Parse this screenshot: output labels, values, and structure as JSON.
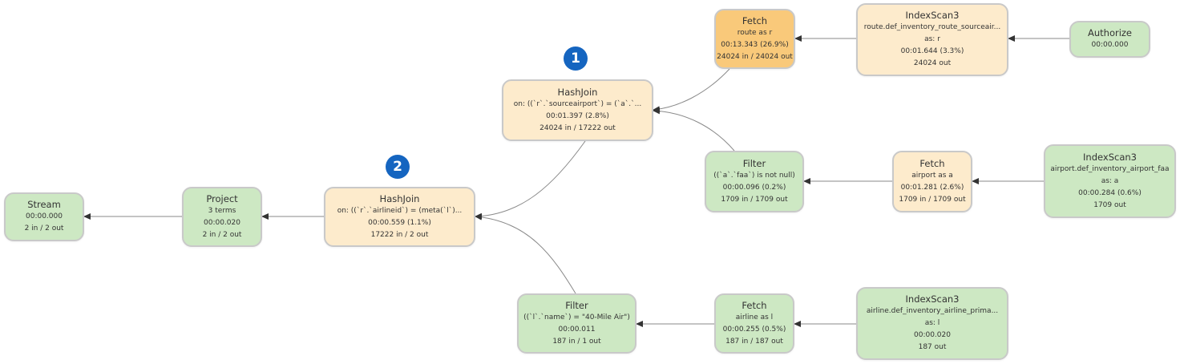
{
  "colors": {
    "green": "#cde8c3",
    "cream": "#fdebcc",
    "orange": "#f9c97a",
    "badge": "#1565c0",
    "edge": "#8a8a8a"
  },
  "nodes": {
    "stream": {
      "title": "Stream",
      "lines": [
        "00:00.000",
        "2 in / 2 out"
      ]
    },
    "project": {
      "title": "Project",
      "lines": [
        "3 terms",
        "00:00.020",
        "2 in / 2 out"
      ]
    },
    "hashjoin2": {
      "title": "HashJoin",
      "lines": [
        "on: ((`r`.`airlineid`) = (meta(`l`)...",
        "00:00.559 (1.1%)",
        "17222 in / 2 out"
      ]
    },
    "hashjoin1": {
      "title": "HashJoin",
      "lines": [
        "on: ((`r`.`sourceairport`) = (`a`.`...",
        "00:01.397 (2.8%)",
        "24024 in / 17222 out"
      ]
    },
    "fetch_route": {
      "title": "Fetch",
      "lines": [
        "route as r",
        "00:13.343 (26.9%)",
        "24024 in / 24024 out"
      ]
    },
    "indexscan_route": {
      "title": "IndexScan3",
      "lines": [
        "route.def_inventory_route_sourceair...",
        "as: r",
        "00:01.644 (3.3%)",
        "24024 out"
      ]
    },
    "authorize": {
      "title": "Authorize",
      "lines": [
        "00:00.000"
      ]
    },
    "filter_airport": {
      "title": "Filter",
      "lines": [
        "((`a`.`faa`) is not null)",
        "00:00.096 (0.2%)",
        "1709 in / 1709 out"
      ]
    },
    "fetch_airport": {
      "title": "Fetch",
      "lines": [
        "airport as a",
        "00:01.281 (2.6%)",
        "1709 in / 1709 out"
      ]
    },
    "indexscan_airport": {
      "title": "IndexScan3",
      "lines": [
        "airport.def_inventory_airport_faa",
        "as: a",
        "00:00.284 (0.6%)",
        "1709 out"
      ]
    },
    "filter_airline": {
      "title": "Filter",
      "lines": [
        "((`l`.`name`) = \"40-Mile Air\")",
        "00:00.011",
        "187 in / 1 out"
      ]
    },
    "fetch_airline": {
      "title": "Fetch",
      "lines": [
        "airline as l",
        "00:00.255 (0.5%)",
        "187 in / 187 out"
      ]
    },
    "indexscan_airline": {
      "title": "IndexScan3",
      "lines": [
        "airline.def_inventory_airline_prima...",
        "as: l",
        "00:00.020",
        "187 out"
      ]
    }
  },
  "badges": {
    "one": "1",
    "two": "2"
  }
}
